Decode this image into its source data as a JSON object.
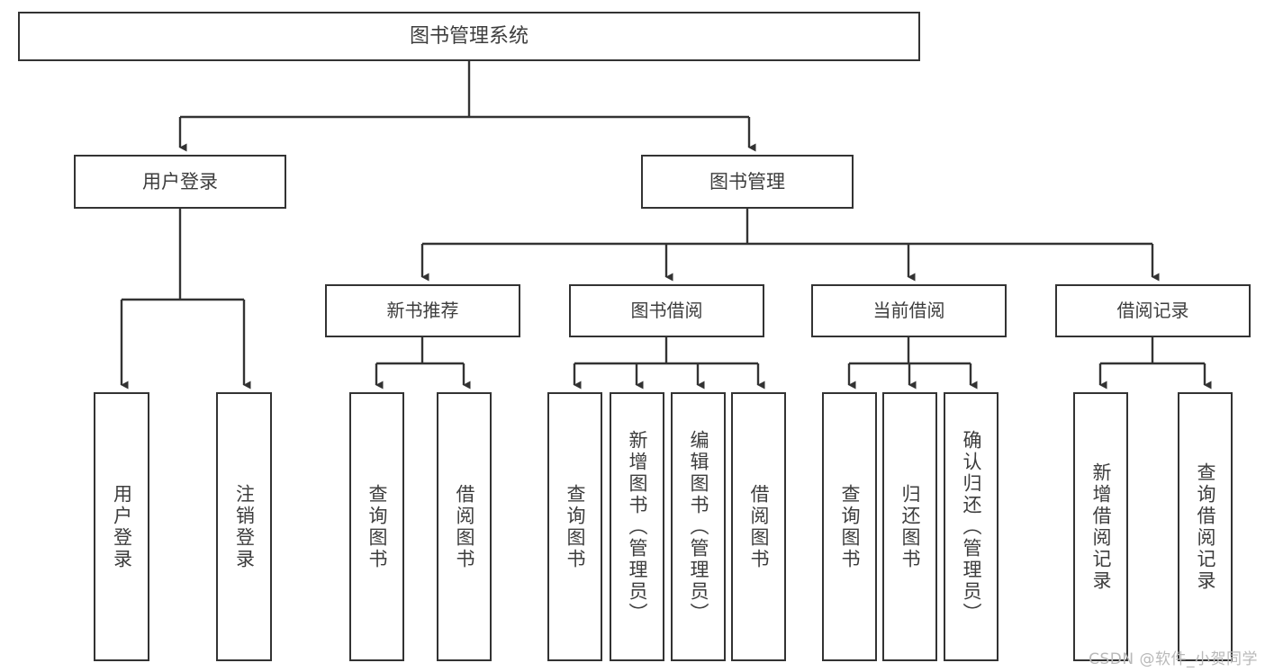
{
  "diagram": {
    "title": "图书管理系统",
    "type": "tree-hierarchy",
    "root": {
      "label": "图书管理系统"
    },
    "level1": [
      {
        "label": "用户登录"
      },
      {
        "label": "图书管理"
      }
    ],
    "level2": [
      {
        "label": "新书推荐"
      },
      {
        "label": "图书借阅"
      },
      {
        "label": "当前借阅"
      },
      {
        "label": "借阅记录"
      }
    ],
    "leaves": {
      "user_login": [
        {
          "label": "用户登录"
        },
        {
          "label": "注销登录"
        }
      ],
      "new_book_recommend": [
        {
          "label": "查询图书"
        },
        {
          "label": "借阅图书"
        }
      ],
      "book_borrow": [
        {
          "label": "查询图书"
        },
        {
          "label": "新增图书（管理员）"
        },
        {
          "label": "编辑图书（管理员）"
        },
        {
          "label": "借阅图书"
        }
      ],
      "current_borrow": [
        {
          "label": "查询图书"
        },
        {
          "label": "归还图书"
        },
        {
          "label": "确认归还（管理员）"
        }
      ],
      "borrow_record": [
        {
          "label": "新增借阅记录"
        },
        {
          "label": "查询借阅记录"
        }
      ]
    },
    "colors": {
      "stroke": "#333333",
      "text": "#3d3d3d",
      "background": "#ffffff",
      "watermark": "#b9b9b9"
    }
  },
  "watermark": {
    "text": "CSDN @软件_小贺同学"
  }
}
